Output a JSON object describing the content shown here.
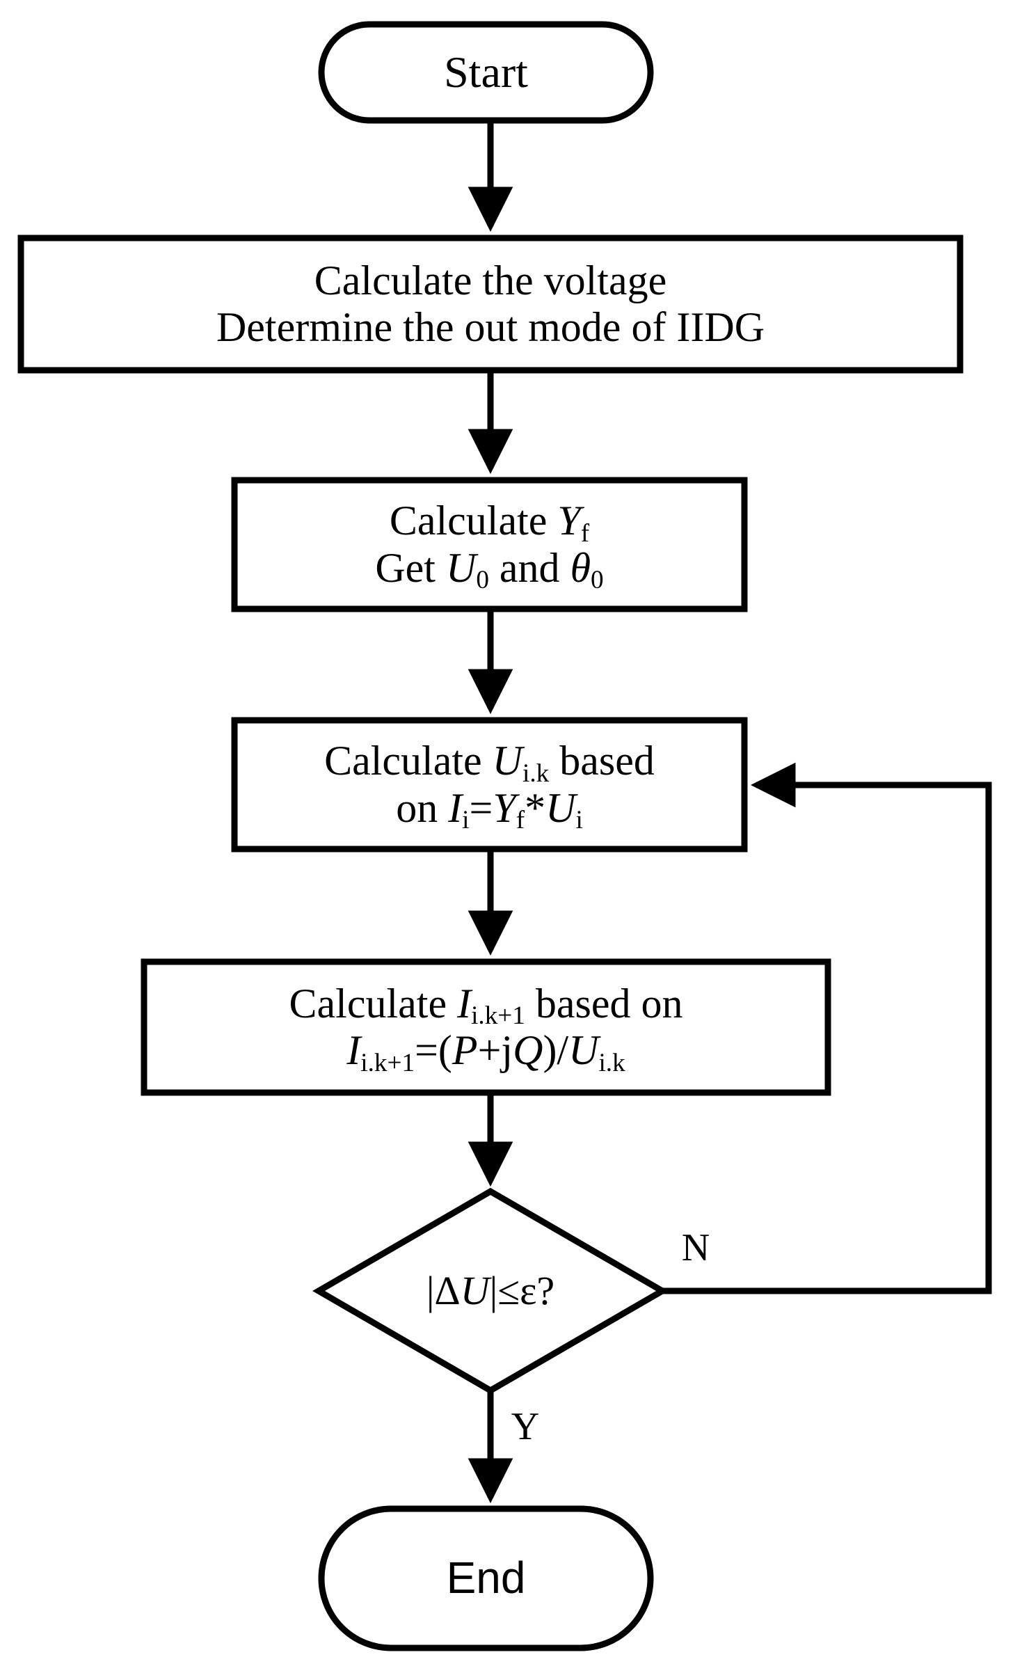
{
  "diagram": {
    "type": "flowchart",
    "title": "IIDG fault voltage iterative calculation flowchart",
    "orientation": "top-to-bottom",
    "background_color": "#ffffff",
    "line_color": "#000000",
    "nodes": [
      {
        "id": "start",
        "shape": "terminator",
        "label": "Start",
        "font": "serif"
      },
      {
        "id": "calc-voltage",
        "shape": "process",
        "label_line1": "Calculate the voltage",
        "label_line2": "Determine the out mode of IIDG"
      },
      {
        "id": "calc-yf",
        "shape": "process",
        "label_line1_pre": "Calculate ",
        "label_line1_var": "Y",
        "label_line1_sub": "f",
        "label_line2_pre": "Get ",
        "label_line2_var1": "U",
        "label_line2_sub1": "0",
        "label_line2_mid": " and ",
        "label_line2_var2": "θ",
        "label_line2_sub2": "0",
        "plain_text": "Calculate Yf / Get U0 and θ0"
      },
      {
        "id": "calc-uik",
        "shape": "process",
        "line1_pre": "Calculate ",
        "line1_var": "U",
        "line1_sub": "i.k",
        "line1_post": " based",
        "line2_pre": "on ",
        "line2_v1": "I",
        "line2_s1": "i",
        "line2_eq": "=",
        "line2_v2": "Y",
        "line2_s2": "f",
        "line2_op": "*",
        "line2_v3": "U",
        "line2_s3": "i",
        "plain_text": "Calculate Ui.k based on Ii=Yf*Ui"
      },
      {
        "id": "calc-iik1",
        "shape": "process",
        "line1_pre": "Calculate ",
        "line1_var": "I",
        "line1_sub": "i.k+1",
        "line1_post": " based on",
        "line2_v1": "I",
        "line2_s1": "i.k+1",
        "line2_eq": "=(",
        "line2_v2": "P",
        "line2_plus": "+j",
        "line2_v3": "Q",
        "line2_div": ")/",
        "line2_v4": "U",
        "line2_s4": "i.k",
        "plain_text": "Calculate Ii.k+1 based on Ii.k+1=(P+jQ)/Ui.k"
      },
      {
        "id": "converged",
        "shape": "decision",
        "line_pre": "|Δ",
        "line_var": "U",
        "line_post": "|≤ε?",
        "plain_text": "|ΔU|≤ε?"
      },
      {
        "id": "end",
        "shape": "terminator",
        "label": "End",
        "font": "sans"
      }
    ],
    "edge_labels": {
      "no": "N",
      "yes": "Y"
    },
    "edges": [
      {
        "from": "start",
        "to": "calc-voltage",
        "label": ""
      },
      {
        "from": "calc-voltage",
        "to": "calc-yf",
        "label": ""
      },
      {
        "from": "calc-yf",
        "to": "calc-uik",
        "label": ""
      },
      {
        "from": "calc-uik",
        "to": "calc-iik1",
        "label": ""
      },
      {
        "from": "calc-iik1",
        "to": "converged",
        "label": ""
      },
      {
        "from": "converged",
        "to": "calc-uik",
        "label": "N",
        "routing": "right-loop-back"
      },
      {
        "from": "converged",
        "to": "end",
        "label": "Y",
        "routing": "down"
      }
    ]
  }
}
